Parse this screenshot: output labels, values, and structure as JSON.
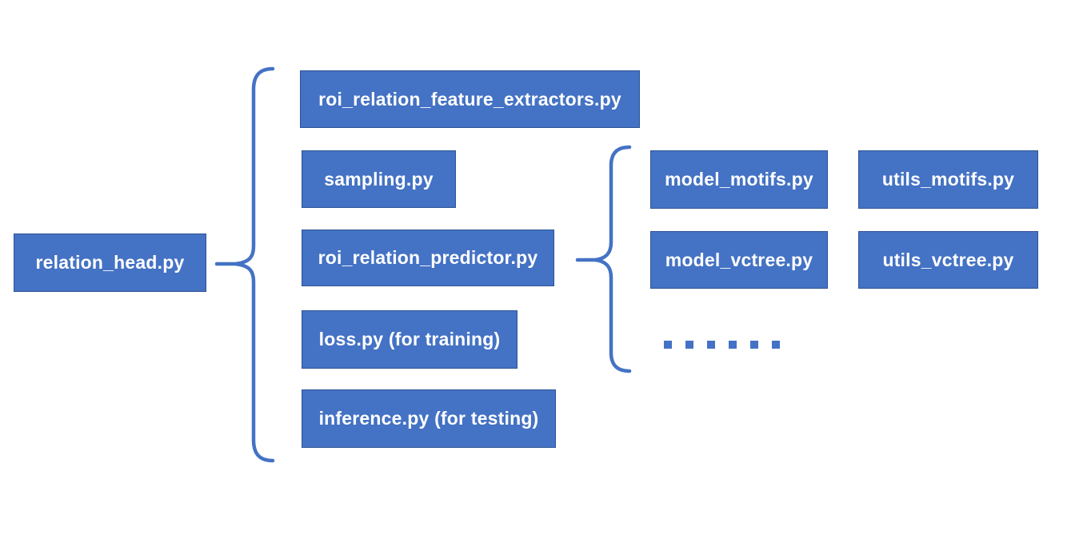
{
  "diagram": {
    "root": {
      "label": "relation_head.py"
    },
    "level1": [
      {
        "label": "roi_relation_feature_extractors.py"
      },
      {
        "label": "sampling.py"
      },
      {
        "label": "roi_relation_predictor.py"
      },
      {
        "label": "loss.py (for training)"
      },
      {
        "label": "inference.py (for testing)"
      }
    ],
    "level2": [
      {
        "label": "model_motifs.py"
      },
      {
        "label": "utils_motifs.py"
      },
      {
        "label": "model_vctree.py"
      },
      {
        "label": "utils_vctree.py"
      }
    ],
    "ellipsis": {
      "dot_count": 6
    },
    "colors": {
      "box_fill": "#4472C4",
      "box_border": "#2E5395",
      "text": "#FFFFFF",
      "brace": "#4472C4",
      "background": "#FFFFFF"
    }
  }
}
